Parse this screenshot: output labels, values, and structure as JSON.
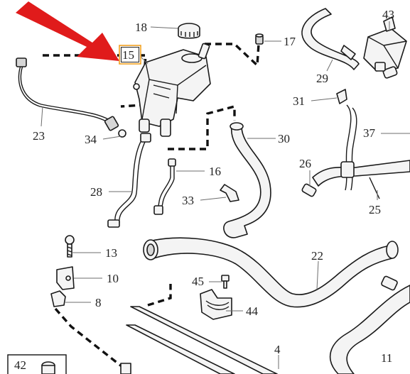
{
  "diagram": {
    "highlight": {
      "text": "15",
      "box_color": "#f0a020",
      "arrow_color": "#e01b1b"
    },
    "callouts": [
      {
        "id": "c18",
        "text": "18"
      },
      {
        "id": "c17",
        "text": "17"
      },
      {
        "id": "c43",
        "text": "43"
      },
      {
        "id": "c29",
        "text": "29"
      },
      {
        "id": "c31",
        "text": "31"
      },
      {
        "id": "c37",
        "text": "37"
      },
      {
        "id": "c23",
        "text": "23"
      },
      {
        "id": "c34",
        "text": "34"
      },
      {
        "id": "c30",
        "text": "30"
      },
      {
        "id": "c26",
        "text": "26"
      },
      {
        "id": "c16",
        "text": "16"
      },
      {
        "id": "c28",
        "text": "28"
      },
      {
        "id": "c33",
        "text": "33"
      },
      {
        "id": "c25",
        "text": "25"
      },
      {
        "id": "c13",
        "text": "13"
      },
      {
        "id": "c22",
        "text": "22"
      },
      {
        "id": "c10",
        "text": "10"
      },
      {
        "id": "c45",
        "text": "45"
      },
      {
        "id": "c8",
        "text": "8"
      },
      {
        "id": "c44",
        "text": "44"
      },
      {
        "id": "c4",
        "text": "4"
      },
      {
        "id": "c11",
        "text": "11"
      },
      {
        "id": "c42",
        "text": "42"
      }
    ]
  }
}
